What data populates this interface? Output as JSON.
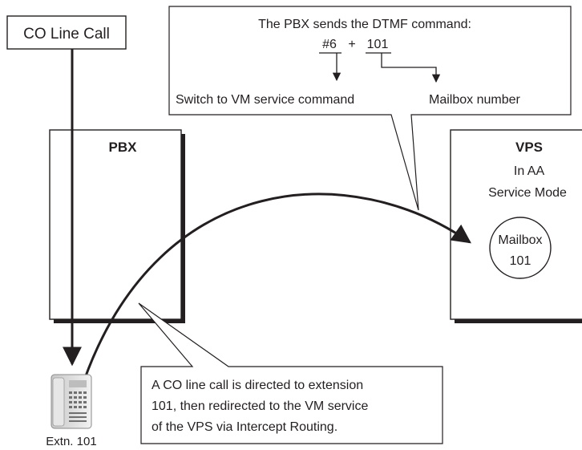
{
  "co_line_box": {
    "label": "CO Line Call"
  },
  "pbx": {
    "label": "PBX"
  },
  "vps": {
    "label": "VPS",
    "mode_line1": "In AA",
    "mode_line2": "Service Mode",
    "mailbox_line1": "Mailbox",
    "mailbox_line2": "101"
  },
  "dtmf_callout": {
    "title": "The PBX sends the DTMF command:",
    "command_part1": "#6",
    "command_plus": "+",
    "command_part2": "101",
    "label_left": "Switch to VM service command",
    "label_right": "Mailbox number"
  },
  "bottom_callout": {
    "line1": "A CO line call is directed to extension",
    "line2": "101, then redirected to the VM service",
    "line3": "of the VPS via Intercept Routing."
  },
  "extension": {
    "label": "Extn. 101"
  },
  "colors": {
    "ink": "#231f20",
    "background": "#ffffff",
    "phone": "#d4d4d4"
  }
}
